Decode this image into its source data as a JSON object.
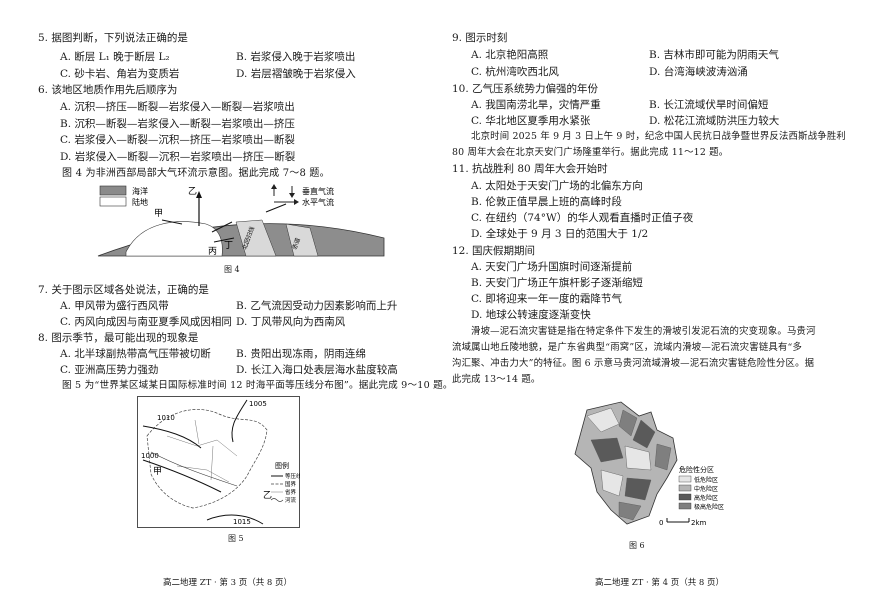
{
  "left": {
    "q5": {
      "stem": "5. 据图判断，下列说法正确的是",
      "a": "A. 断层 L₁ 晚于断层 L₂",
      "b": "B. 岩浆侵入晚于岩浆喷出",
      "c": "C. 砂卡岩、角岩为变质岩",
      "d": "D. 岩层褶皱晚于岩浆侵入"
    },
    "q6": {
      "stem": "6. 该地区地质作用先后顺序为",
      "a": "A. 沉积—挤压—断裂—岩浆侵入—断裂—岩浆喷出",
      "b": "B. 沉积—断裂—岩浆侵入—断裂—岩浆喷出—挤压",
      "c": "C. 岩浆侵入—断裂—沉积—挤压—岩浆喷出—断裂",
      "d": "D. 岩浆侵入—断裂—沉积—岩浆喷出—挤压—断裂"
    },
    "fig4_intro": "图 4 为非洲西部局部大气环流示意图。据此完成 7～8 题。",
    "fig4": {
      "legend_ocean": "海洋",
      "legend_land": "陆地",
      "legend_vertical": "垂直气流",
      "legend_horizontal": "水平气流",
      "label_yi": "乙",
      "label_jia": "甲",
      "label_bing": "丙",
      "label_ding": "丁",
      "band1": "北回归线",
      "band2": "赤道",
      "band3": "南回归线",
      "caption": "图 4"
    },
    "q7": {
      "stem": "7. 关于图示区域各处说法，正确的是",
      "a": "A. 甲风带为盛行西风带",
      "b": "B. 乙气流因受动力因素影响而上升",
      "c": "C. 丙风向成因与南亚夏季风成因相同",
      "d": "D. 丁风带风向为西南风"
    },
    "q8": {
      "stem": "8. 图示季节，最可能出现的现象是",
      "a": "A. 北半球副热带高气压带被切断",
      "b": "B. 贵阳出现冻雨，阴雨连绵",
      "c": "C. 亚洲高压势力强劲",
      "d": "D. 长江入海口处表层海水盐度较高"
    },
    "fig5_intro": "图 5 为“世界某区域某日国际标准时间 12 时海平面等压线分布图”。据此完成 9～10 题。",
    "fig5": {
      "iso_1005": "1005",
      "iso_1010": "1010",
      "iso_1000": "1000",
      "iso_1015": "1015",
      "label_jia": "甲",
      "label_yi": "乙",
      "legend_title": "图例",
      "legend_isobar": "等压线/hPa",
      "legend_country": "国界",
      "legend_province": "省界",
      "legend_river": "河流",
      "caption": "图 5"
    },
    "footer": "高二地理 ZT · 第 3 页（共 8 页）"
  },
  "right": {
    "q9": {
      "stem": "9. 图示时刻",
      "a": "A. 北京艳阳高照",
      "b": "B. 吉林市即可能为阴雨天气",
      "c": "C. 杭州湾吹西北风",
      "d": "D. 台湾海峡波涛汹涌"
    },
    "q10": {
      "stem": "10. 乙气压系统势力偏强的年份",
      "a": "A. 我国南涝北旱，灾情严重",
      "b": "B. 长江流域伏旱时间偏短",
      "c": "C. 华北地区夏季用水紧张",
      "d": "D. 松花江流域防洪压力较大"
    },
    "intro_11_12": [
      "北京时间 2025 年 9 月 3 日上午 9 时，纪念中国人民抗日战争暨世界反法西斯战争胜利",
      "80 周年大会在北京天安门广场隆重举行。据此完成 11～12 题。"
    ],
    "q11": {
      "stem": "11. 抗战胜利 80 周年大会开始时",
      "a": "A. 太阳处于天安门广场的北偏东方向",
      "b": "B. 伦敦正值早晨上班的高峰时段",
      "c": "C. 在纽约（74°W）的华人观看直播时正值子夜",
      "d": "D. 全球处于 9 月 3 日的范围大于 1/2"
    },
    "q12": {
      "stem": "12. 国庆假期期间",
      "a": "A. 天安门广场升国旗时间逐渐提前",
      "b": "B. 天安门广场正午旗杆影子逐渐缩短",
      "c": "C. 即将迎来一年一度的霜降节气",
      "d": "D. 地球公转速度逐渐变快"
    },
    "intro_13_14": [
      "滑坡—泥石流灾害链是指在特定条件下发生的滑坡引发泥石流的灾变现象。马贵河",
      "流域属山地丘陵地貌，是广东省典型“雨窝”区，流域内滑坡—泥石流灾害链具有“多",
      "沟汇聚、冲击力大”的特征。图 6 示意马贵河流域滑坡—泥石流灾害链危险性分区。据",
      "此完成 13～14 题。"
    ],
    "fig6": {
      "legend_title": "危险性分区",
      "zone1": "低危险区",
      "zone2": "中危险区",
      "zone3": "高危险区",
      "zone4": "极高危险区",
      "scale_zero": "0",
      "scale_len": "2km",
      "caption": "图 6",
      "colors": [
        "#e6e6e6",
        "#b5b5b5",
        "#5a5a5a",
        "#7f7f7f"
      ]
    },
    "footer": "高二地理 ZT · 第 4 页（共 8 页）"
  }
}
